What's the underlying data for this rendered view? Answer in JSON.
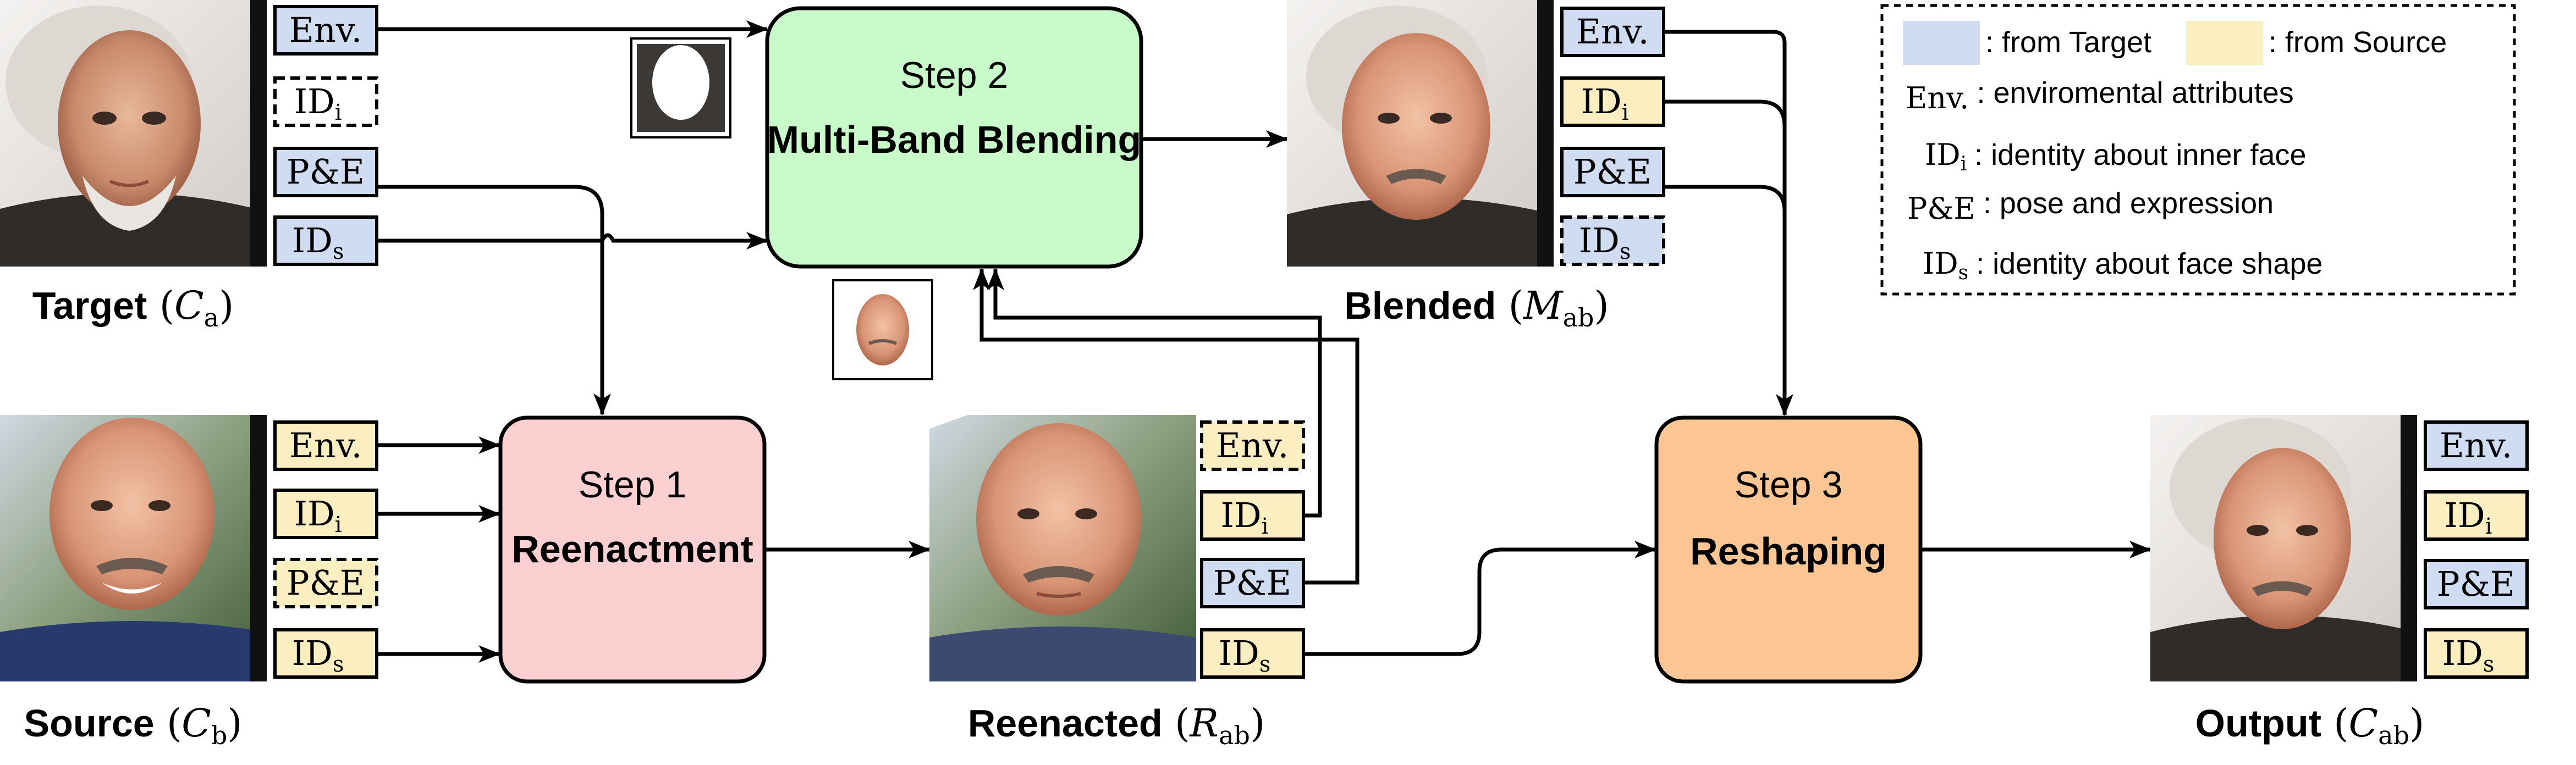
{
  "colors": {
    "target_fill": "#cfdcf2",
    "source_fill": "#fbefc2",
    "step1_fill": "#fccfd0",
    "step2_fill": "#c9fac9",
    "step3_fill": "#fcc694"
  },
  "images": {
    "target": {
      "title": "Target",
      "sym": "C",
      "sub": "a"
    },
    "source": {
      "title": "Source",
      "sym": "C",
      "sub": "b"
    },
    "blended": {
      "title": "Blended",
      "sym": "M",
      "sub": "ab"
    },
    "reenacted": {
      "title": "Reenacted",
      "sym": "R",
      "sub": "ab"
    },
    "output": {
      "title": "Output",
      "sym": "C",
      "sub": "ab"
    }
  },
  "steps": {
    "step1": {
      "title": "Step 1",
      "name": "Reenactment"
    },
    "step2": {
      "title": "Step 2",
      "name": "Multi-Band Blending"
    },
    "step3": {
      "title": "Step 3",
      "name": "Reshaping"
    }
  },
  "tags": {
    "env": "Env.",
    "id": "ID",
    "id_inner_sub": "i",
    "pe": "P&E",
    "id_shape_sub": "s"
  },
  "legend": {
    "from_target": ": from Target",
    "from_source": ": from Source",
    "rows": [
      {
        "sym": "Env.",
        "sub": "",
        "text": ": enviromental attributes"
      },
      {
        "sym": "ID",
        "sub": "i",
        "text": ": identity about inner face"
      },
      {
        "sym": "P&E",
        "sub": "",
        "text": ": pose and expression"
      },
      {
        "sym": "ID",
        "sub": "s",
        "text": ": identity about face shape"
      }
    ]
  }
}
